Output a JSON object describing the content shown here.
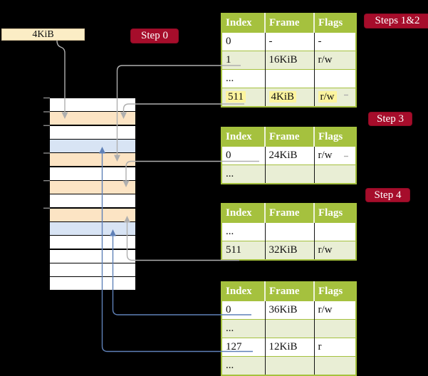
{
  "title": "page-table-walk-diagram",
  "label_4kib": "4KiB",
  "badges": {
    "step0": "Step 0",
    "steps12": "Steps 1&2",
    "step3": "Step 3",
    "step4": "Step 4"
  },
  "memory_column": {
    "cells": [
      "white",
      "orange",
      "white",
      "blue",
      "orange",
      "white",
      "orange",
      "white",
      "orange",
      "blue",
      "white",
      "white",
      "white",
      "white"
    ]
  },
  "tables": [
    {
      "id": "table-steps-1-2",
      "columns": [
        "Index",
        "Frame",
        "Flags"
      ],
      "rows": [
        {
          "cells": [
            "0",
            "-",
            "-"
          ],
          "shade": "white",
          "highlight": false
        },
        {
          "cells": [
            "1",
            "16KiB",
            "r/w"
          ],
          "shade": "green",
          "highlight": false
        },
        {
          "cells": [
            "...",
            "",
            ""
          ],
          "shade": "white",
          "highlight": false
        },
        {
          "cells": [
            "511",
            "4KiB",
            "r/w"
          ],
          "shade": "green",
          "highlight": true
        }
      ]
    },
    {
      "id": "table-step-3",
      "columns": [
        "Index",
        "Frame",
        "Flags"
      ],
      "rows": [
        {
          "cells": [
            "0",
            "24KiB",
            "r/w"
          ],
          "shade": "white",
          "highlight": false
        },
        {
          "cells": [
            "...",
            "",
            ""
          ],
          "shade": "green",
          "highlight": false
        }
      ]
    },
    {
      "id": "table-step-4",
      "columns": [
        "Index",
        "Frame",
        "Flags"
      ],
      "rows": [
        {
          "cells": [
            "...",
            "",
            ""
          ],
          "shade": "white",
          "highlight": false
        },
        {
          "cells": [
            "511",
            "32KiB",
            "r/w"
          ],
          "shade": "green",
          "highlight": false
        }
      ]
    },
    {
      "id": "table-final",
      "columns": [
        "Index",
        "Frame",
        "Flags"
      ],
      "rows": [
        {
          "cells": [
            "0",
            "36KiB",
            "r/w"
          ],
          "shade": "white",
          "highlight": false
        },
        {
          "cells": [
            "...",
            "",
            ""
          ],
          "shade": "green",
          "highlight": false
        },
        {
          "cells": [
            "127",
            "12KiB",
            "r"
          ],
          "shade": "white",
          "highlight": false
        },
        {
          "cells": [
            "...",
            "",
            ""
          ],
          "shade": "green",
          "highlight": false
        }
      ]
    }
  ],
  "connections": [
    {
      "from": "label-4kib",
      "to": "memory-cell-1",
      "color": "gray"
    },
    {
      "from": "table-steps-1-2.row-1",
      "to": "memory-cell-4",
      "color": "gray"
    },
    {
      "from": "table-steps-1-2.row-511",
      "to": "memory-cell-1",
      "color": "gray"
    },
    {
      "from": "table-step-3.row-0",
      "to": "memory-cell-6",
      "color": "gray"
    },
    {
      "from": "table-step-4.row-511",
      "to": "memory-cell-8",
      "color": "gray"
    },
    {
      "from": "table-final.row-0",
      "to": "memory-cell-9",
      "color": "blue"
    },
    {
      "from": "table-final.row-127",
      "to": "memory-cell-3",
      "color": "blue"
    }
  ],
  "colors": {
    "background": "#000000",
    "badge_bg": "#A60D2B",
    "badge_text": "#FFFFFF",
    "header_green": "#A5C13E",
    "row_green": "#E9EED5",
    "row_white": "#FFFFFF",
    "cell_orange": "#FCE4C4",
    "cell_blue": "#D8E4F4",
    "label_cream": "#FBEDC5",
    "highlight_yellow": "#FCF49E",
    "line_gray": "#AFAFAF",
    "line_blue": "#5F81B8",
    "tick_gray": "#8A8A8A"
  }
}
